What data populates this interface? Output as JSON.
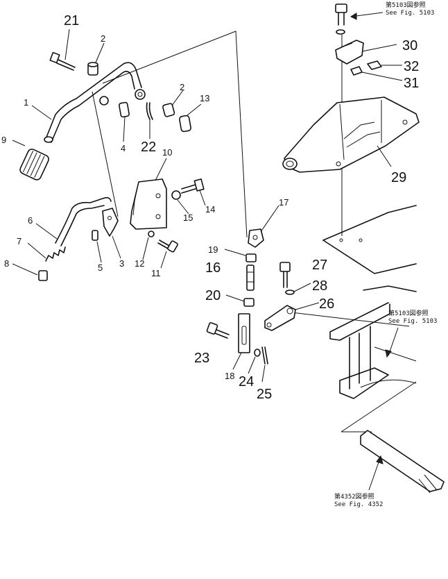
{
  "refs": {
    "ref_5103_top_jp": "第5103図参照",
    "ref_5103_top_en": "See Fig. 5103",
    "ref_5103_mid_jp": "第5103図参照",
    "ref_5103_mid_en": "See Fig. 5103",
    "ref_4352_jp": "第4352図参照",
    "ref_4352_en": "See Fig. 4352"
  },
  "callouts": {
    "p1": "1",
    "p2a": "2",
    "p2b": "2",
    "p3": "3",
    "p4": "4",
    "p5": "5",
    "p6": "6",
    "p7": "7",
    "p8": "8",
    "p9": "9",
    "p10": "10",
    "p11": "11",
    "p12": "12",
    "p13": "13",
    "p14": "14",
    "p15": "15",
    "p16": "16",
    "p17": "17",
    "p18": "18",
    "p19": "19",
    "p20": "20",
    "p21": "21",
    "p22": "22",
    "p23": "23",
    "p24": "24",
    "p25": "25",
    "p26": "26",
    "p27": "27",
    "p28": "28",
    "p29": "29",
    "p30": "30",
    "p31": "31",
    "p32": "32"
  }
}
